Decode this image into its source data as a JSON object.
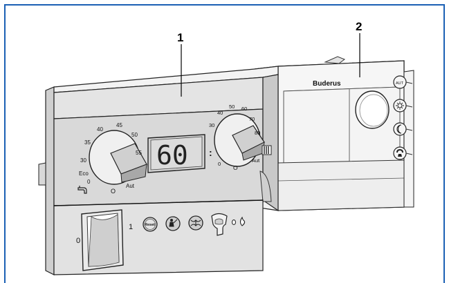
{
  "callouts": {
    "one": "1",
    "two": "2"
  },
  "brand": "Buderus",
  "display": {
    "value": "60"
  },
  "dhw_dial": {
    "scale": [
      "0",
      "30",
      "35",
      "40",
      "45",
      "50",
      "55"
    ],
    "eco": "Eco",
    "aut": "Aut",
    "zero_marker": "O"
  },
  "heating_dial": {
    "scale": [
      "0",
      "30",
      "40",
      "50",
      "60",
      "70",
      "80"
    ],
    "aut": "Aut",
    "zero_marker": "O"
  },
  "buttons": {
    "reset": "Reset",
    "aut": "AUT"
  },
  "switch": {
    "off": "0",
    "on": "1"
  },
  "icons": [
    "tap-icon",
    "radiator-icon",
    "chimney-sweep-icon",
    "service-icon",
    "fault-icon",
    "flame-icon",
    "sun-icon",
    "moon-icon",
    "phone-icon"
  ]
}
